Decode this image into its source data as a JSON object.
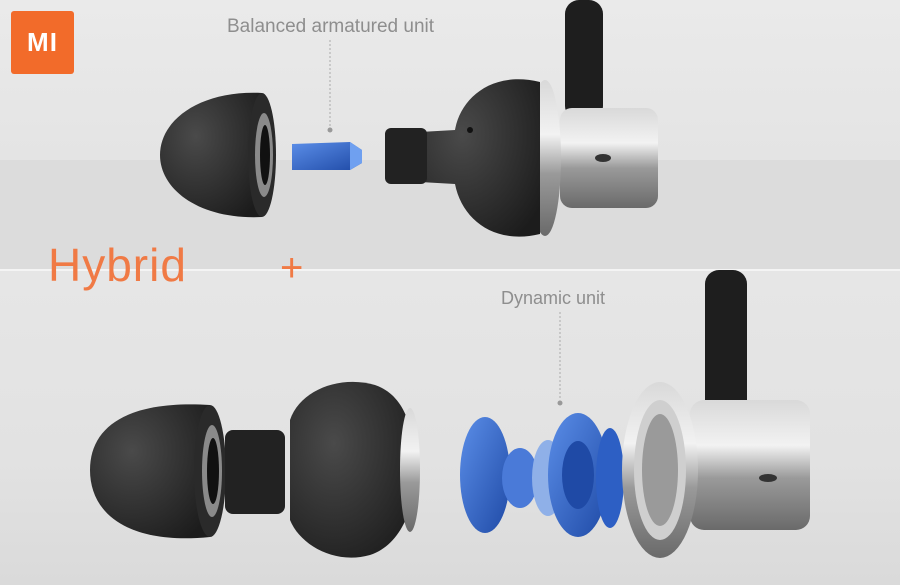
{
  "brand": {
    "logo_text": "MI",
    "logo_color": "#f26b2a"
  },
  "headline": {
    "text": "Hybrid",
    "plus": "+",
    "color": "#f07a45"
  },
  "callouts": {
    "balanced_armature": "Balanced armatured unit",
    "dynamic": "Dynamic unit"
  },
  "colors": {
    "driver_blue": "#2d5fc4",
    "metal": "#b8b8b8",
    "eartip": "#2b2b2b"
  }
}
